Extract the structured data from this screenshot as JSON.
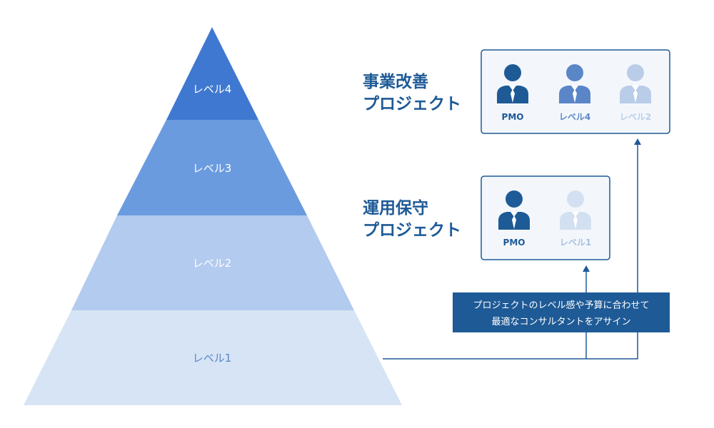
{
  "colors": {
    "level1": "#d6e4f5",
    "level2": "#b2cbee",
    "level3": "#6b9bdf",
    "level4": "#3f78d0",
    "navy": "#1e5a96",
    "mid_blue": "#5a86c8",
    "pale_blue": "#b9cde8",
    "card_bg": "#f3f7fc",
    "card_border": "#1e5a96"
  },
  "pyramid": {
    "levels": [
      {
        "label": "レベル4"
      },
      {
        "label": "レベル3"
      },
      {
        "label": "レベル2"
      },
      {
        "label": "レベル1"
      }
    ]
  },
  "projects": [
    {
      "title_line1": "事業改善",
      "title_line2": "プロジェクト",
      "members": [
        {
          "label": "PMO",
          "icon": "person-icon",
          "tone": "navy"
        },
        {
          "label": "レベル4",
          "icon": "person-icon",
          "tone": "mid_blue"
        },
        {
          "label": "レベル2",
          "icon": "person-icon",
          "tone": "pale_blue"
        }
      ]
    },
    {
      "title_line1": "運用保守",
      "title_line2": "プロジェクト",
      "members": [
        {
          "label": "PMO",
          "icon": "person-icon",
          "tone": "navy"
        },
        {
          "label": "レベル1",
          "icon": "person-icon",
          "tone": "pale_blue"
        }
      ]
    }
  ],
  "callout": {
    "line1": "プロジェクトのレベル感や予算に合わせて",
    "line2": "最適なコンサルタントをアサイン"
  }
}
